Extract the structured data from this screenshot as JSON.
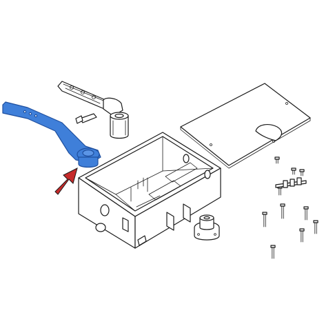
{
  "colors": {
    "highlight": "#3f7fd9",
    "highlight_dark": "#1f4f9e",
    "arrow": "#c62a2a",
    "line": "#1a1a1a",
    "background": "#ffffff"
  },
  "diagram": {
    "parts": [
      "release-key",
      "highlighted-lever-arm",
      "cover-plate",
      "foundation-box",
      "pivot-bearing",
      "indicator-arrow",
      "hardware-screws"
    ]
  }
}
